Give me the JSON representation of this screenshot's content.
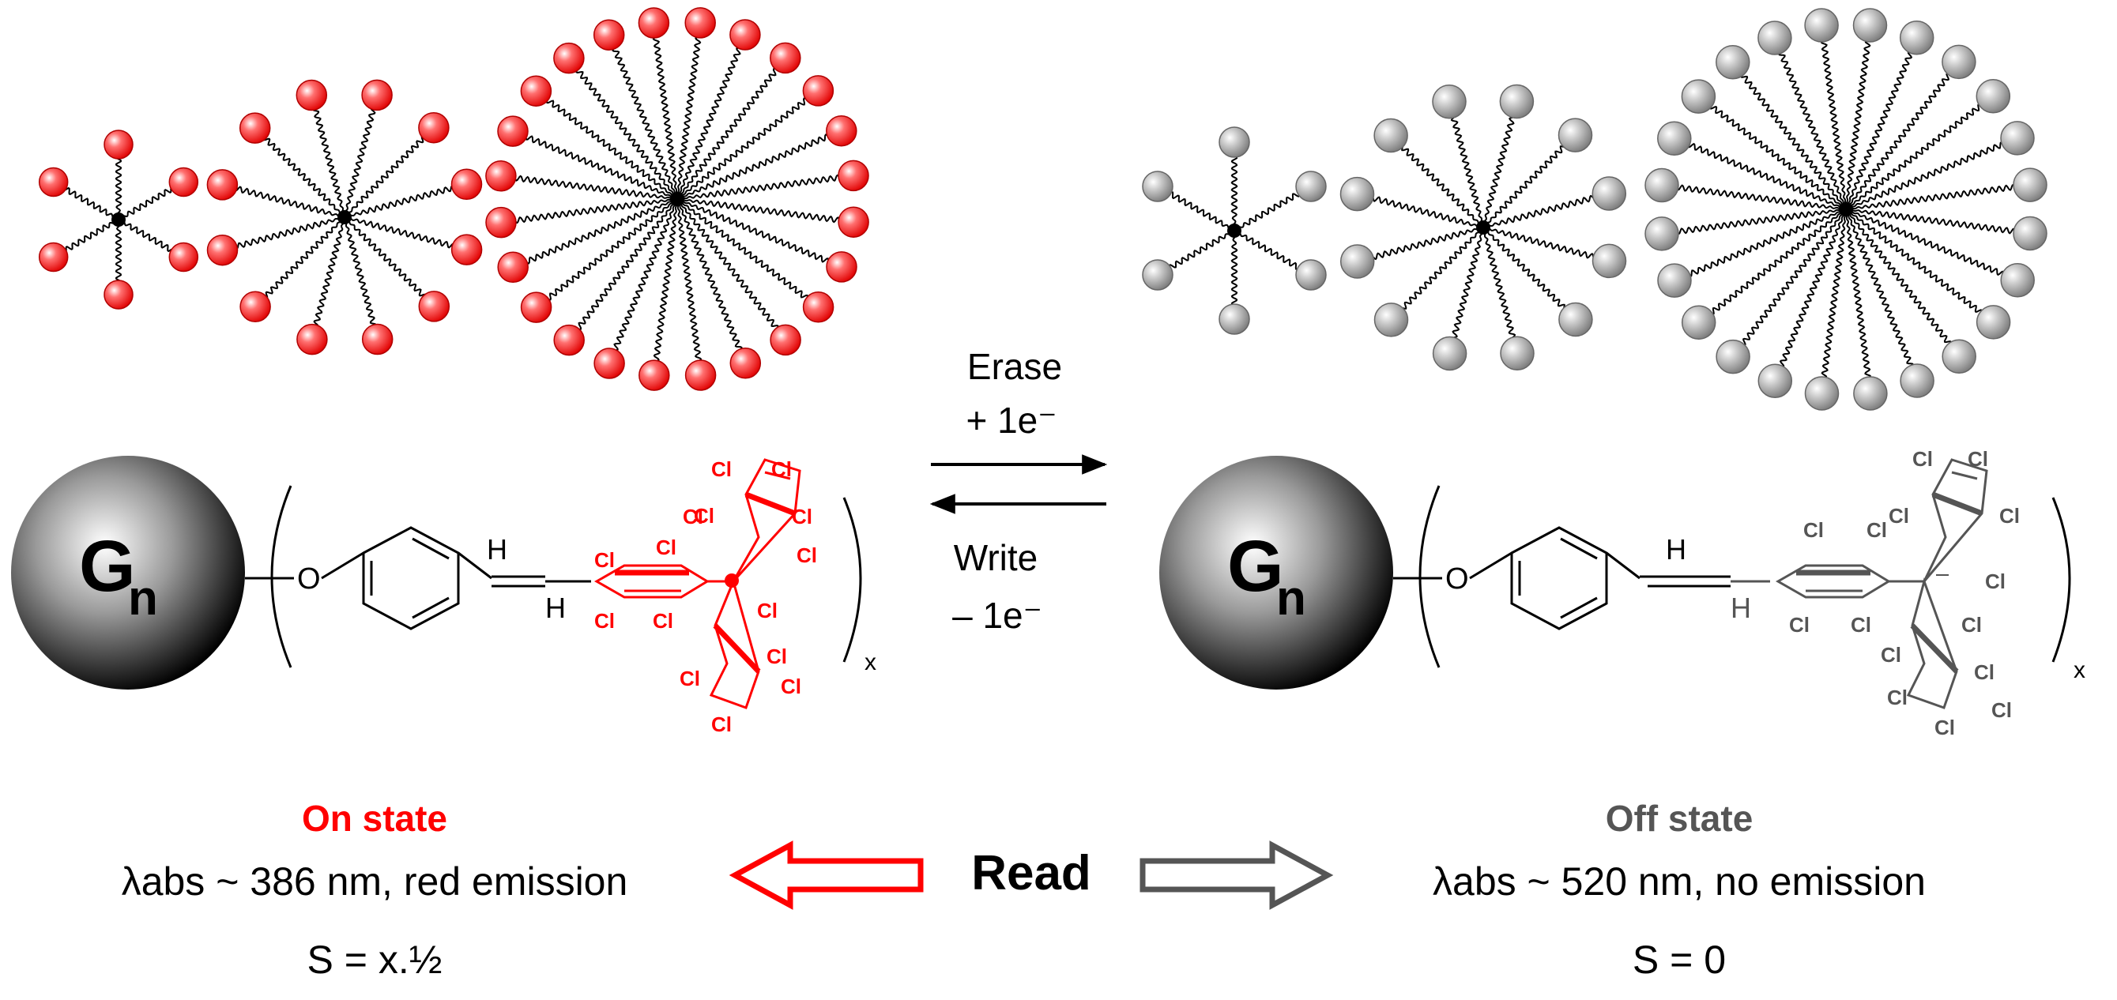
{
  "dendrimers": {
    "on_color": "#ff2a2a",
    "off_color": "#a9a9a9",
    "generations": [
      6,
      12,
      24
    ]
  },
  "core_label": {
    "main": "G",
    "sub": "n"
  },
  "linker": {
    "oxygen": "O",
    "h_top": "H",
    "h_bottom": "H",
    "subscript": "x"
  },
  "chlorine": "Cl",
  "arrows": {
    "erase": "Erase",
    "erase_electron": "+ 1e⁻",
    "write": "Write",
    "write_electron": "– 1e⁻"
  },
  "on_state": {
    "title": "On state",
    "description": "λabs ~ 386 nm, red emission",
    "spin": "S = x.½",
    "color": "#ff0000"
  },
  "off_state": {
    "title": "Off state",
    "description": "λabs ~ 520 nm, no emission",
    "spin": "S = 0",
    "color": "#555555"
  },
  "read_label": "Read"
}
